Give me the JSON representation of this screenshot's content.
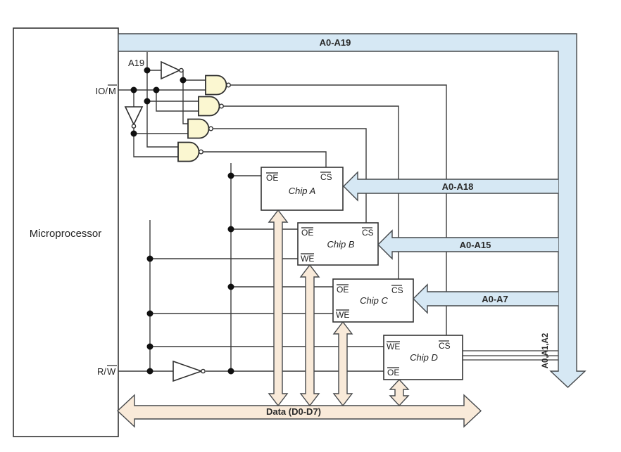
{
  "labels": {
    "microprocessor": "Microprocessor",
    "a19": "A19",
    "iom_prefix": "IO/",
    "iom_signal": "M",
    "rw_prefix": "R/",
    "rw_signal": "W",
    "addr_bus_main": "A0-A19",
    "addr_bus_chip_a": "A0-A18",
    "addr_bus_chip_b": "A0-A15",
    "addr_bus_chip_c": "A0-A7",
    "addr_bus_chip_d": "A0,A1,A2",
    "data_bus": "Data (D0-D7)"
  },
  "pins": {
    "oe": "OE",
    "cs": "CS",
    "we": "WE"
  },
  "chips": {
    "a": {
      "name": "Chip A"
    },
    "b": {
      "name": "Chip B"
    },
    "c": {
      "name": "Chip C"
    },
    "d": {
      "name": "Chip D"
    }
  },
  "colors": {
    "address_bus_fill": "#d6e8f4",
    "data_bus_fill": "#f9ead9",
    "gate_fill": "#fbf7d1",
    "wire": "#3b3b3b"
  }
}
